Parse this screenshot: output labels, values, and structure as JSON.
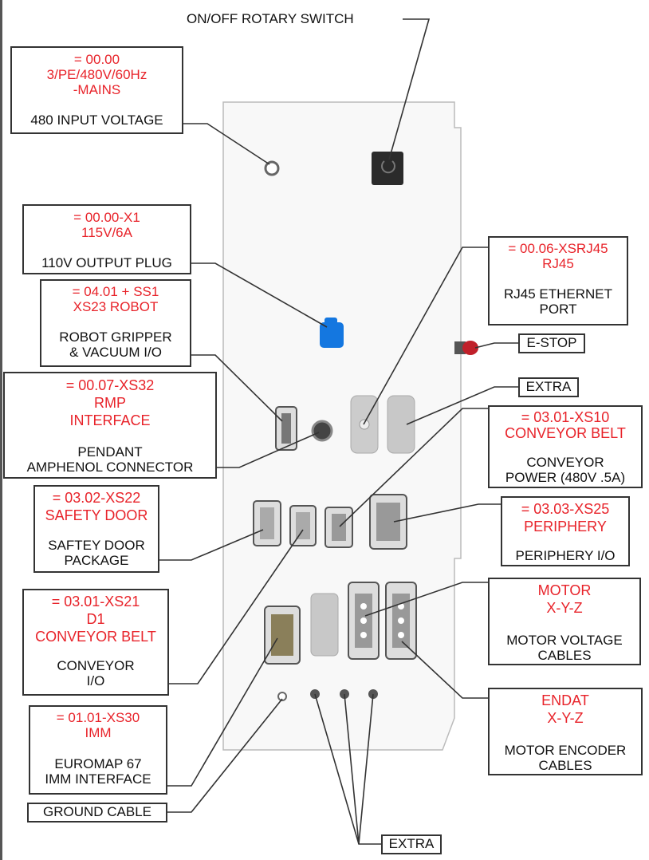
{
  "title_switch": "ON/OFF ROTARY SWITCH",
  "callouts": {
    "mains": {
      "red": "= 00.00\n3/PE/480V/60Hz\n-MAINS",
      "black": "480 INPUT VOLTAGE"
    },
    "plug110": {
      "red": "= 00.00-X1\n115V/6A",
      "black": "110V OUTPUT PLUG"
    },
    "robot": {
      "red": "= 04.01 + SS1\nXS23 ROBOT",
      "black": "ROBOT GRIPPER\n& VACUUM I/O"
    },
    "pendant": {
      "red": "= 00.07-XS32\nRMP\nINTERFACE",
      "black": "PENDANT\nAMPHENOL CONNECTOR"
    },
    "safety": {
      "red": "= 03.02-XS22\nSAFETY DOOR",
      "black": "SAFTEY DOOR\nPACKAGE"
    },
    "conveyor_io": {
      "red": "= 03.01-XS21\nD1\nCONVEYOR BELT",
      "black": "CONVEYOR\nI/O"
    },
    "imm": {
      "red": "=  01.01-XS30\nIMM",
      "black": "EUROMAP 67\nIMM INTERFACE"
    },
    "rj45": {
      "red": "= 00.06-XSRJ45\nRJ45",
      "black": "RJ45 ETHERNET\nPORT"
    },
    "conveyor_power": {
      "red": "= 03.01-XS10\nCONVEYOR BELT",
      "black": "CONVEYOR\nPOWER (480V .5A)"
    },
    "periphery": {
      "red": "= 03.03-XS25\nPERIPHERY",
      "black": "PERIPHERY I/O"
    },
    "motor": {
      "red": "MOTOR\nX-Y-Z",
      "black": "MOTOR VOLTAGE\nCABLES"
    },
    "endat": {
      "red": "ENDAT\nX-Y-Z",
      "black": "MOTOR ENCODER\nCABLES"
    }
  },
  "labels": {
    "estop": "E-STOP",
    "extra_top": "EXTRA",
    "ground": "GROUND CABLE",
    "extra_bottom": "EXTRA"
  },
  "colors": {
    "red": "#e8232a",
    "line": "#333333",
    "panel": "#f7f7f7",
    "connector_blue": "#1477e0",
    "estop_red": "#c0202a"
  }
}
